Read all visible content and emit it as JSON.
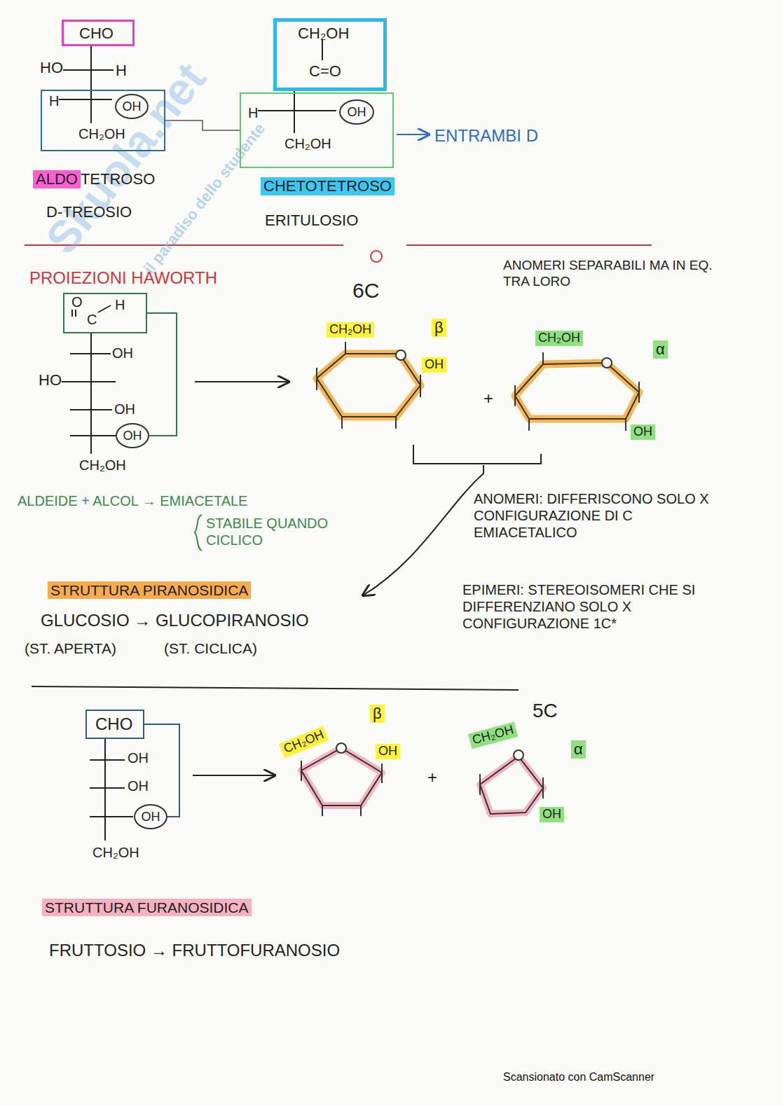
{
  "diagram": {
    "nodes": [
      {
        "text": [
          "CHO"
        ]
      },
      {
        "text": [
          "H",
          "CH₂OH"
        ]
      },
      {
        "text": [
          "OH"
        ],
        "in": 1
      },
      {
        "text": [
          "CH₂OH",
          "C=O"
        ]
      },
      {
        "text": [
          "H",
          "CH₂OH"
        ]
      },
      {
        "text": [
          "OH"
        ],
        "in": 4
      },
      {
        "text": [
          "O",
          "C",
          "H"
        ]
      },
      {
        "text": [
          "OH"
        ]
      },
      {
        "text": [
          "CHO"
        ]
      },
      {
        "text": [
          "OH"
        ]
      }
    ],
    "edges": [
      {
        "from": 1,
        "to": 4,
        "arrow": "none"
      },
      {
        "from": 6,
        "to": 7,
        "arrow": "none"
      },
      {
        "from": 8,
        "to": 9,
        "arrow": "none"
      }
    ],
    "labels": [
      "HO",
      "H",
      "ALDO",
      "TETROSO",
      "D-TREOSIO",
      "CHETOTETROSO",
      "ERITULOSIO",
      "ENTRAMBI D",
      "PROIEZIONI HAWORTH",
      "6C",
      "ANOMERI SEPARABILI MA IN EQ. TRA LORO",
      "OH",
      "HO",
      "OH",
      "CH₂OH",
      "CH₂OH",
      "β",
      "OH",
      "+",
      "CH₂OH",
      "α",
      "OH",
      "ALDEIDE + ALCOL → EMIACETALE",
      "STABILE QUANDO CICLICO",
      "ANOMERI: DIFFERISCONO SOLO X CONFIGURAZIONE DI C EMIACETALICO",
      "EPIMERI: STEREOISOMERI CHE SI DIFFERENZIANO SOLO X CONFIGURAZIONE 1C*",
      "STRUTTURA PIRANOSIDICA",
      "GLUCOSIO → GLUCOPIRANOSIO",
      "(ST. APERTA)",
      "(ST. CICLICA)",
      "5C",
      "OH",
      "OH",
      "CH₂OH",
      "β",
      "CH₂OH",
      "OH",
      "+",
      "CH₂OH",
      "α",
      "OH",
      "STRUTTURA FURANOSIDICA",
      "FRUTTOSIO → FRUTTOFURANOSIO",
      "Scansionato con CamScanner",
      "Skuola.net",
      "il paradiso dello studente"
    ]
  }
}
